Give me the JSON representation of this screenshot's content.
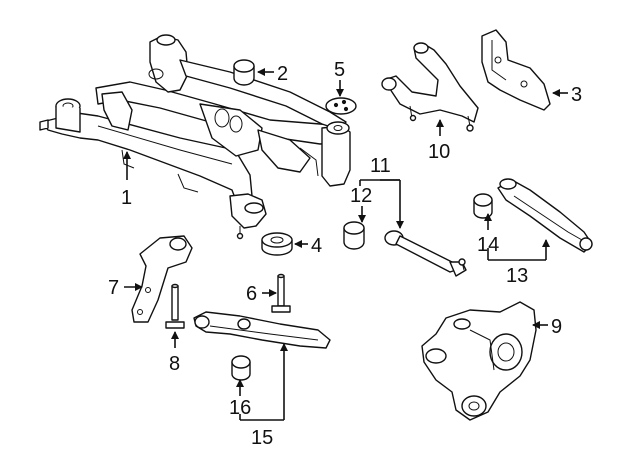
{
  "diagram": {
    "colors": {
      "line": "#111111",
      "background": "#ffffff"
    },
    "callouts": [
      "1",
      "2",
      "3",
      "4",
      "5",
      "6",
      "7",
      "8",
      "9",
      "10",
      "11",
      "12",
      "13",
      "14",
      "15",
      "16"
    ]
  }
}
